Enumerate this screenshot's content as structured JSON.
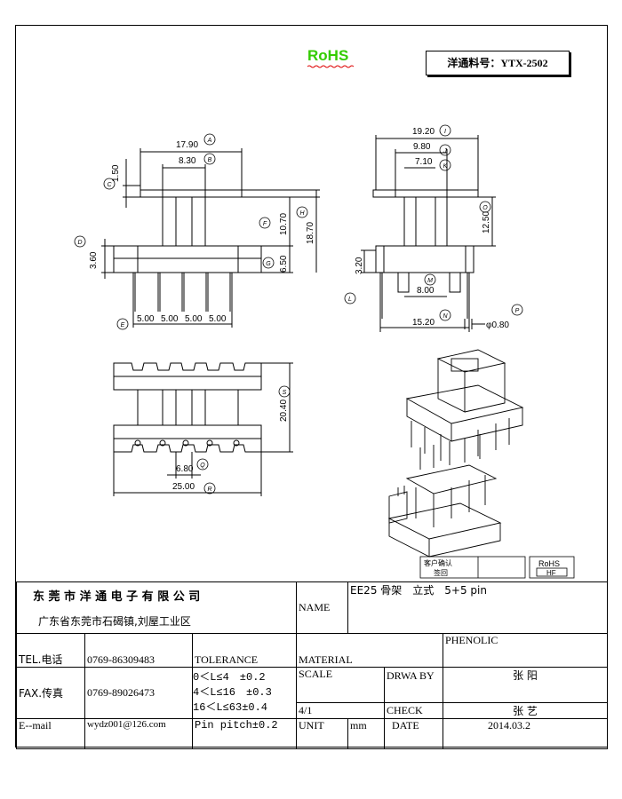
{
  "header": {
    "rohs": "RoHS",
    "part_number": "洋通料号：YTX-2502"
  },
  "dimensions": {
    "a": "17.90",
    "b": "8.30",
    "c": "1.50",
    "d": "3.60",
    "f": "10.70",
    "h": "18.70",
    "g": "6.50",
    "e_pitches": [
      "5.00",
      "5.00",
      "5.00",
      "5.00"
    ],
    "i": "19.20",
    "j": "9.80",
    "k": "7.10",
    "o": "12.50",
    "l": "3.20",
    "m": "8.00",
    "n": "15.20",
    "p": "φ0.80",
    "s": "20.40",
    "q": "6.80",
    "r": "25.00"
  },
  "labels": {
    "a": "A",
    "b": "B",
    "c": "C",
    "d": "D",
    "e": "E",
    "f": "F",
    "g": "G",
    "h": "H",
    "i": "I",
    "j": "J",
    "k": "K",
    "l": "L",
    "m": "M",
    "n": "N",
    "o": "O",
    "p": "P",
    "q": "Q",
    "r": "R",
    "s": "S"
  },
  "stamps": {
    "customer_confirm": "客户确认",
    "sign_return": "签回",
    "rohs": "RoHS",
    "hf": "HF"
  },
  "title_block": {
    "company": "东 莞 市 洋 通 电 子 有 限 公 司",
    "address": "广东省东莞市石碣镇,刘屋工业区",
    "name_label": "NAME",
    "name_value": "EE25 骨架　立式　5+5 pin",
    "tel_label": "TEL.电话",
    "tel_value": "0769-86309483",
    "tolerance_label": "TOLERANCE",
    "material_label": "MATERIAL",
    "material_value": "PHENOLIC",
    "fax_label": "FAX.传真",
    "fax_value": "0769-89026473",
    "tolerance_rows": [
      "0＜L≤4　±0.2",
      "4＜L≤16　±0.3",
      "16＜L≤63±0.4"
    ],
    "scale_label": "SCALE",
    "scale_value": "4/1",
    "drawn_label": "DRWA BY",
    "drawn_value": "张 阳",
    "check_label": "CHECK",
    "check_value": "张 艺",
    "email_label": "E--mail",
    "email_value": "wydz001@126.com",
    "pin_pitch": "Pin pitch±0.2",
    "unit_label": "UNIT",
    "unit_value": "mm",
    "date_label": "DATE",
    "date_value": "2014.03.2"
  }
}
